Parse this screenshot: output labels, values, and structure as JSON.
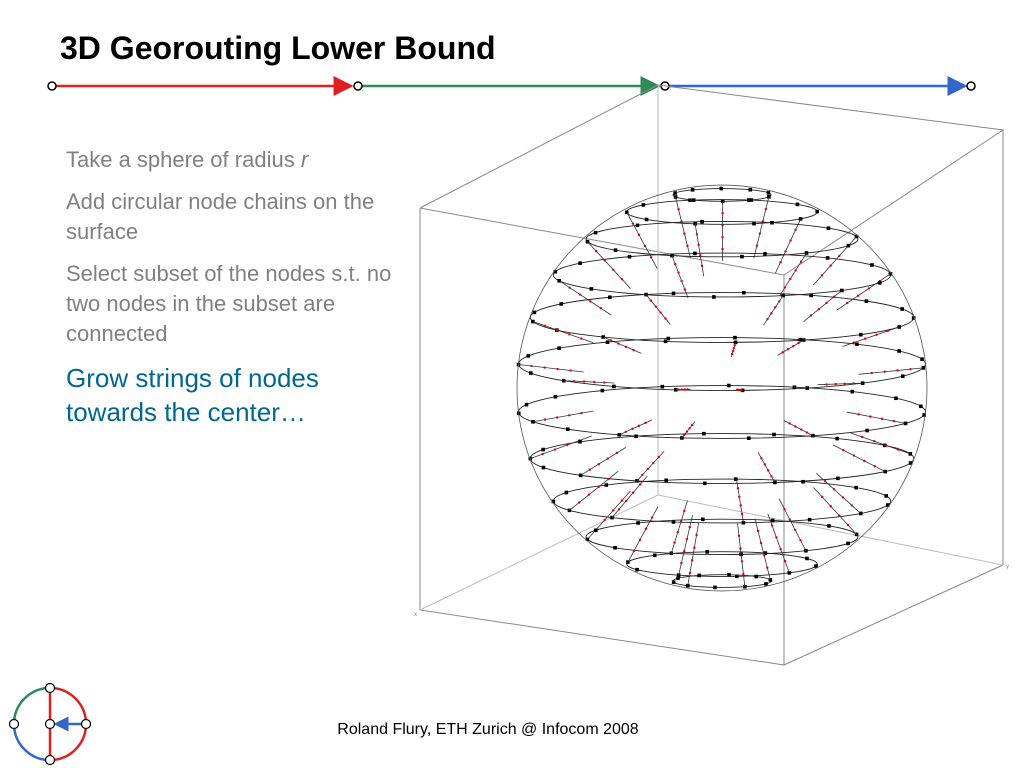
{
  "slide": {
    "title": "3D Georouting Lower Bound",
    "bullets": [
      {
        "text": "Take a sphere of radius ",
        "var": "r"
      },
      {
        "text": "Add circular node chains on the surface"
      },
      {
        "text": "Select subset of the nodes s.t. no two nodes in the subset are connected"
      },
      {
        "text": "Grow strings of nodes towards the center…"
      }
    ],
    "footer": "Roland Flury, ETH Zurich @ Infocom 2008"
  },
  "colors": {
    "red": "#e02020",
    "green": "#2e8b57",
    "blue": "#3366cc",
    "grey_text": "#808080",
    "highlight_text": "#00678f",
    "node_red": "#e00000"
  },
  "figure": {
    "description_icon": "sphere-node-chains-figure"
  }
}
